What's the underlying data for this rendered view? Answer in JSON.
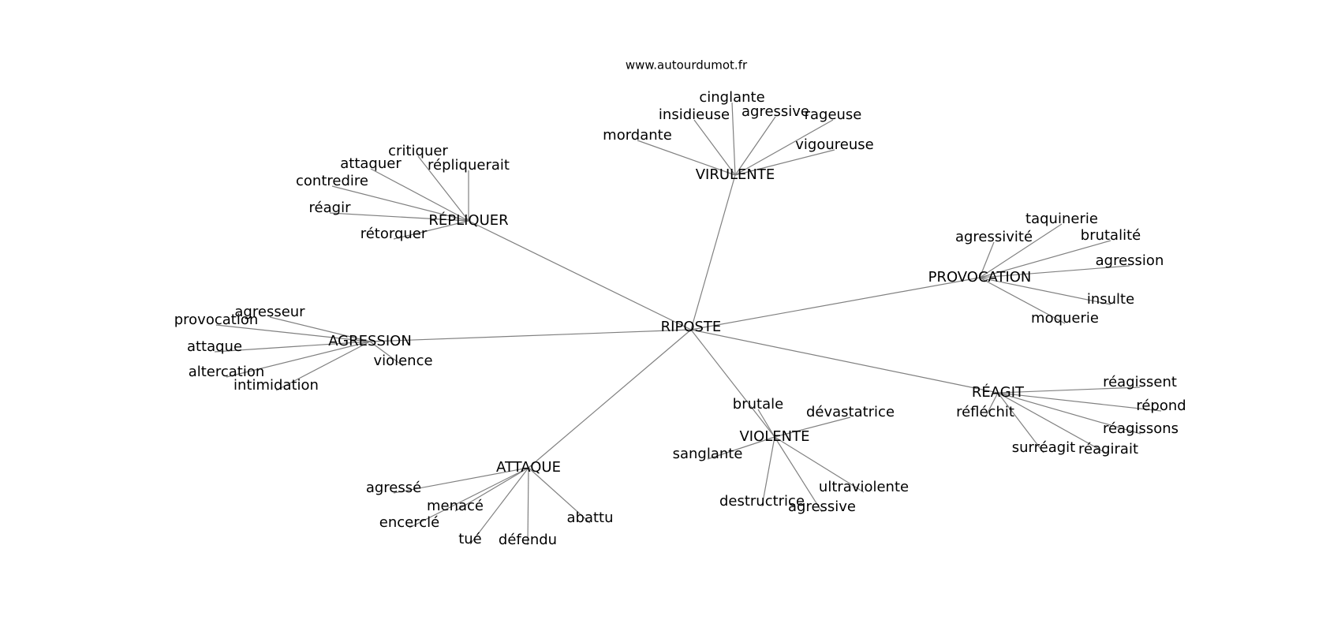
{
  "source_label": "www.autourdumot.fr",
  "root": {
    "id": "riposte",
    "label": "RIPOSTE"
  },
  "groups": [
    {
      "id": "virulente",
      "label": "VIRULENTE",
      "terms": [
        "mordante",
        "insidieuse",
        "cinglante",
        "agressive",
        "rageuse",
        "vigoureuse"
      ]
    },
    {
      "id": "repliquer",
      "label": "RÉPLIQUER",
      "terms": [
        "contredire",
        "attaquer",
        "critiquer",
        "répliquerait",
        "réagir",
        "rétorquer"
      ]
    },
    {
      "id": "provocation",
      "label": "PROVOCATION",
      "terms": [
        "agressivité",
        "taquinerie",
        "brutalité",
        "agression",
        "insulte",
        "moquerie"
      ]
    },
    {
      "id": "agression",
      "label": "AGRESSION",
      "terms": [
        "agresseur",
        "provocation",
        "attaque",
        "altercation",
        "intimidation",
        "violence"
      ]
    },
    {
      "id": "reagit",
      "label": "RÉAGIT",
      "terms": [
        "réagissent",
        "répond",
        "réfléchit",
        "réagissons",
        "surréagit",
        "réagirait"
      ]
    },
    {
      "id": "violente",
      "label": "VIOLENTE",
      "terms": [
        "brutale",
        "dévastatrice",
        "sanglante",
        "destructrice",
        "agressive",
        "ultraviolente"
      ]
    },
    {
      "id": "attaque",
      "label": "ATTAQUE",
      "terms": [
        "agressé",
        "menacé",
        "encerclé",
        "tué",
        "défendu",
        "abattu"
      ]
    }
  ],
  "colors": {
    "edge": "#808080",
    "text": "#000000",
    "background": "#ffffff"
  }
}
